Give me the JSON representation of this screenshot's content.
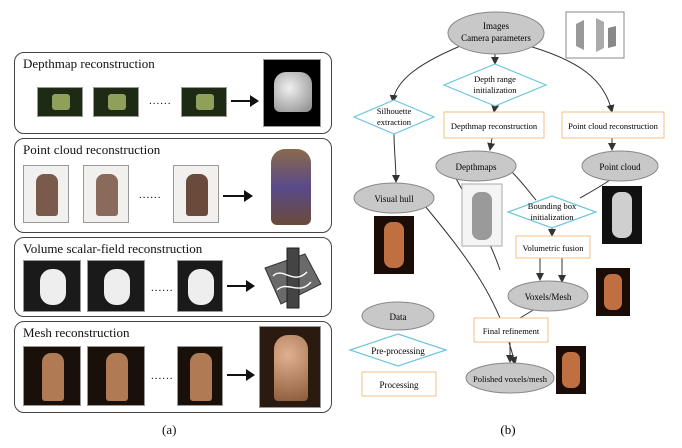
{
  "panel_a": {
    "rows": [
      {
        "title": "Depthmap reconstruction",
        "thumb_bg": "#1d2a14",
        "thumb_fg": "#8fa05a",
        "result_bg": "#000000",
        "result_fg": "#d8d8d8"
      },
      {
        "title": "Point cloud reconstruction",
        "thumb_bg": "#f2efef",
        "thumb_fg": "#7a5a4a",
        "result_bg": "#ffffff",
        "result_fg": "#5a4a7a"
      },
      {
        "title": "Volume scalar-field reconstruction",
        "thumb_bg": "#1a1a1a",
        "thumb_fg": "#eeeeee",
        "result_bg": "#ffffff",
        "result_fg": "#333333"
      },
      {
        "title": "Mesh reconstruction",
        "thumb_bg": "#1a100a",
        "thumb_fg": "#b07a55",
        "result_bg": "#2a1a10",
        "result_fg": "#c49070"
      }
    ],
    "dots": "......",
    "caption": "(a)"
  },
  "panel_b": {
    "nodes": {
      "images": [
        "Images",
        "Camera parameters"
      ],
      "depth_range": [
        "Depth range",
        "initialization"
      ],
      "silhouette": [
        "Silhouette",
        "extraction"
      ],
      "depthmap_recon": "Depthmap reconstruction",
      "pointcloud_recon": "Point cloud reconstruction",
      "depthmaps": "Depthmaps",
      "point_cloud": "Point cloud",
      "visual_hull": "Visual hull",
      "bounding_box": [
        "Bounding box",
        "initialization"
      ],
      "volumetric_fusion": "Volumetric fusion",
      "voxels_mesh": "Voxels/Mesh",
      "final_refinement": "Final refinement",
      "polished": "Polished voxels/mesh"
    },
    "legend": {
      "data": "Data",
      "preprocessing": "Pre-processing",
      "processing": "Processing"
    },
    "caption": "(b)",
    "colors": {
      "data_fill": "#c8c8c8",
      "process_border": "#f0c080",
      "preproc_border": "#6cc6dc"
    }
  }
}
